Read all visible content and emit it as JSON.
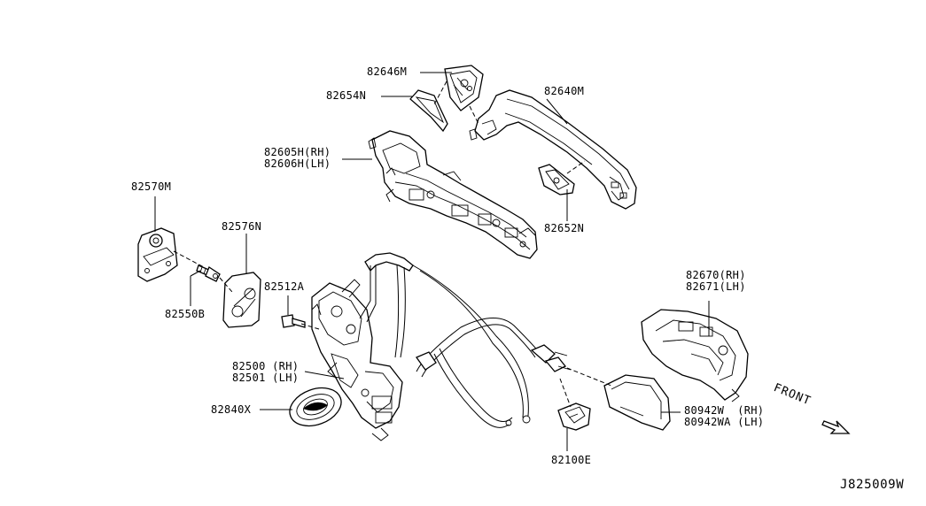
{
  "diagram": {
    "labels": {
      "p82646M": "82646M",
      "p82654N": "82654N",
      "p82640M": "82640M",
      "p82605H_RH": "82605H(RH)",
      "p82606H_LH": "82606H(LH)",
      "p82652N": "82652N",
      "p82570M": "82570M",
      "p82576N": "82576N",
      "p82550B": "82550B",
      "p82512A": "82512A",
      "p82670_RH": "82670(RH)",
      "p82671_LH": "82671(LH)",
      "p82500_RH": "82500 (RH)",
      "p82501_LH": "82501 (LH)",
      "p82840X": "82840X",
      "p80942W_RH": "80942W  (RH)",
      "p80942WA_LH": "80942WA (LH)",
      "p82100E": "82100E"
    },
    "front_label": "FRONT",
    "ref_code": "J825009W"
  }
}
